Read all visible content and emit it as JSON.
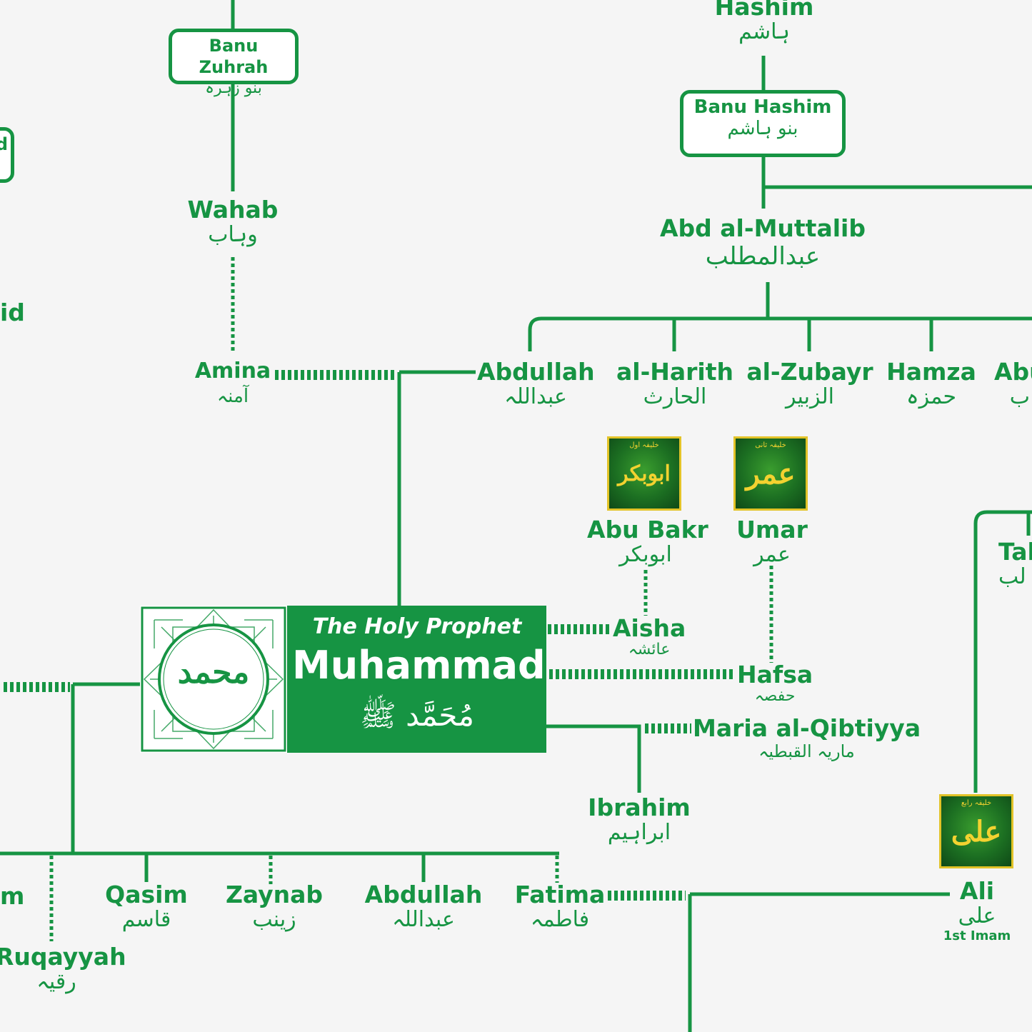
{
  "top": {
    "hashim": {
      "en": "Hashim",
      "ar": "ہاشم"
    },
    "banu_hashim": {
      "en": "Banu Hashim",
      "ar": "بنو ہاشم"
    },
    "banu_zuhrah": {
      "en": "Banu Zuhrah",
      "ar": "بنو زہرہ"
    },
    "edge_box": {
      "en": "d"
    },
    "edge_name": {
      "en": "id"
    },
    "wahab": {
      "en": "Wahab",
      "ar": "وہاب"
    },
    "amina": {
      "en": "Amina",
      "ar": "آمنہ"
    },
    "abd_al_muttalib": {
      "en": "Abd al-Muttalib",
      "ar": "عبدالمطلب"
    }
  },
  "sons_of_muttalib": [
    {
      "key": "abdullah",
      "en": "Abdullah",
      "ar": "عبداللہ"
    },
    {
      "key": "harith",
      "en": "al-Harith",
      "ar": "الحارث"
    },
    {
      "key": "zubayr",
      "en": "al-Zubayr",
      "ar": "الزبیر"
    },
    {
      "key": "hamza",
      "en": "Hamza",
      "ar": "حمزہ"
    },
    {
      "key": "abu",
      "en": "Abu",
      "ar": "ب"
    }
  ],
  "talib": {
    "en": "Tal",
    "ar": "لب"
  },
  "caliphs": {
    "abu_bakr": {
      "en": "Abu Bakr",
      "ar": "ابوبکر",
      "emblem": "ابوبکر",
      "emblem_title": "خلیفہ اول"
    },
    "umar": {
      "en": "Umar",
      "ar": "عمر",
      "emblem": "عمر",
      "emblem_title": "خلیفہ ثانی"
    },
    "ali": {
      "en": "Ali",
      "ar": "علی",
      "sub": "1st Imam",
      "emblem": "علی",
      "emblem_title": "خلیفہ رابع"
    }
  },
  "prophet": {
    "title": "The Holy Prophet",
    "name": "Muhammad",
    "ar": "مُحَمَّد ﷺ",
    "medallion": "محمد"
  },
  "wives": {
    "aisha": {
      "en": "Aisha",
      "ar": "عائشہ"
    },
    "hafsa": {
      "en": "Hafsa",
      "ar": "حفصہ"
    },
    "maria": {
      "en": "Maria al-Qibtiyya",
      "ar": "ماریہ القبطیہ"
    }
  },
  "ibrahim": {
    "en": "Ibrahim",
    "ar": "ابراہیم"
  },
  "children": {
    "edge": {
      "en": "m"
    },
    "ruqayyah": {
      "en": "Ruqayyah",
      "ar": "رقیہ"
    },
    "qasim": {
      "en": "Qasim",
      "ar": "قاسم"
    },
    "zaynab": {
      "en": "Zaynab",
      "ar": "زینب"
    },
    "abdullah": {
      "en": "Abdullah",
      "ar": "عبداللہ"
    },
    "fatima": {
      "en": "Fatima",
      "ar": "فاطمہ"
    }
  },
  "colors": {
    "line": "#169443",
    "background": "#f5f5f5",
    "emblem_gold": "#e2c328"
  }
}
